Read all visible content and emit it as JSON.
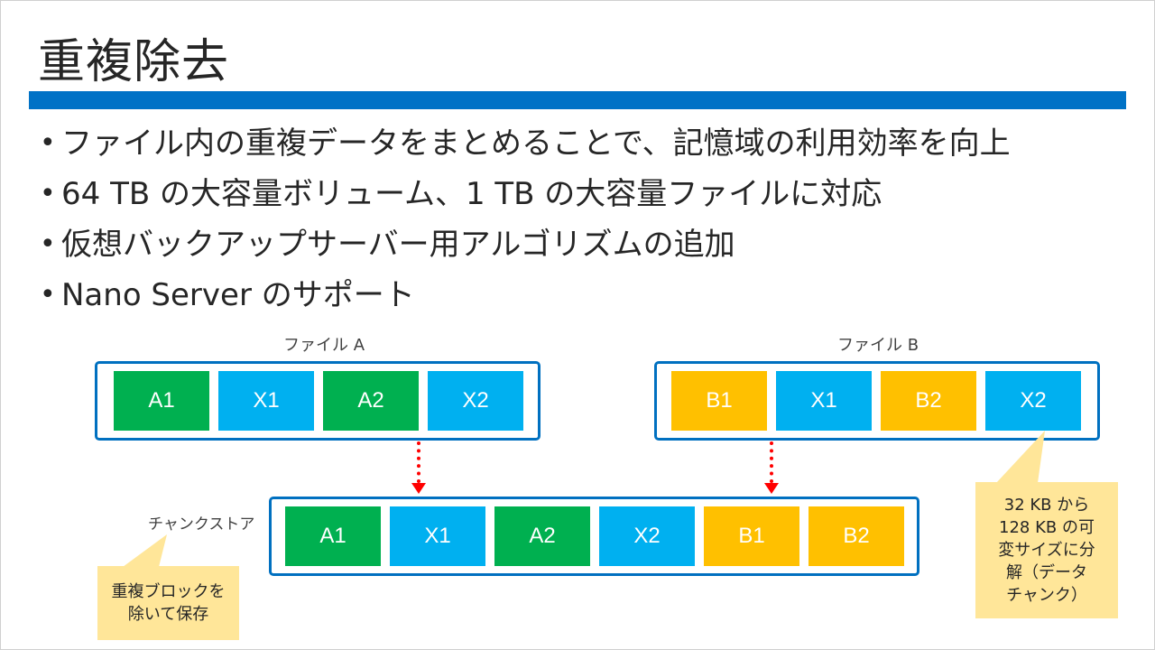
{
  "slide": {
    "title": "重複除去",
    "bullets": [
      "ファイル内の重複データをまとめることで、記憶域の利用効率を向上",
      "64 TB の大容量ボリューム、1 TB の大容量ファイルに対応",
      "仮想バックアップサーバー用アルゴリズムの追加",
      "Nano Server のサポート"
    ]
  },
  "diagram": {
    "file_a": {
      "label": "ファイル A",
      "blocks": [
        "A1",
        "X1",
        "A2",
        "X2"
      ]
    },
    "file_b": {
      "label": "ファイル B",
      "blocks": [
        "B1",
        "X1",
        "B2",
        "X2"
      ]
    },
    "chunk_store": {
      "label": "チャンクストア",
      "blocks": [
        "A1",
        "X1",
        "A2",
        "X2",
        "B1",
        "B2"
      ]
    },
    "callout_left": {
      "line1": "重複ブロックを",
      "line2": "除いて保存"
    },
    "callout_right": {
      "line1": "32 KB から",
      "line2": "128 KB の可",
      "line3": "変サイズに分",
      "line4": "解（データ",
      "line5": "チャンク）"
    }
  },
  "colors": {
    "accent_bar": "#0072c6",
    "group_border": "#0070c0",
    "green_block": "#00b050",
    "blue_block": "#00b0f0",
    "yellow_block": "#ffc000",
    "arrow": "#ff0000",
    "callout": "#ffe699"
  }
}
